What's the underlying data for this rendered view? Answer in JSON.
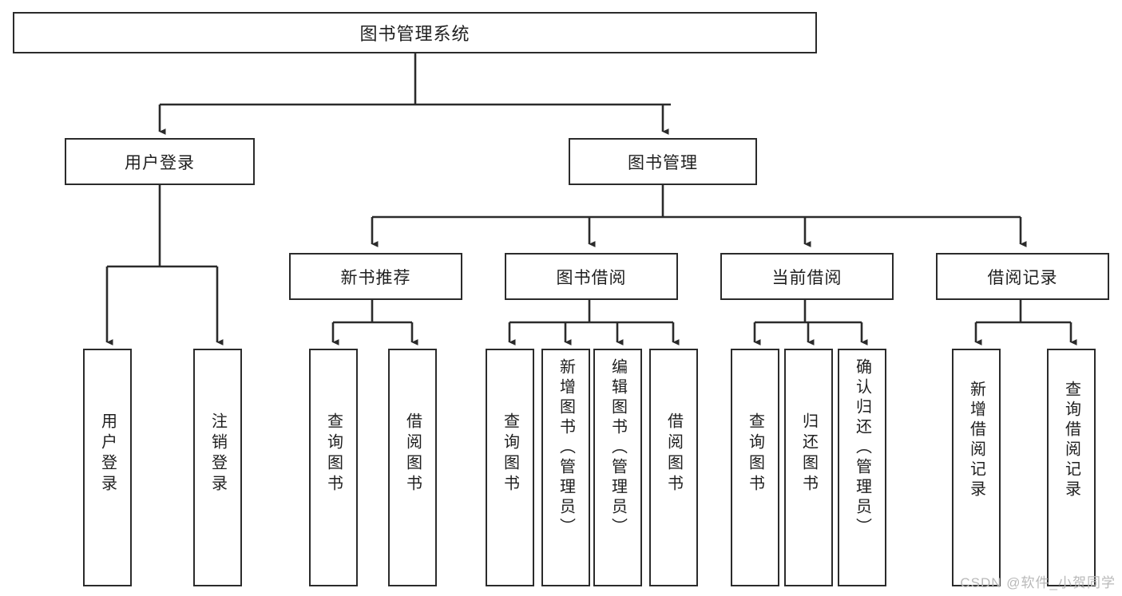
{
  "diagram": {
    "type": "tree-hierarchy",
    "title": "图书管理系统",
    "orientation": "top-down",
    "colors": {
      "box_border": "#2b2b2b",
      "box_fill": "#ffffff",
      "connector": "#2b2b2b",
      "background": "#ffffff",
      "watermark": "#b9b9b9"
    },
    "levels": {
      "root": "图书管理系统",
      "level2": [
        "用户登录",
        "图书管理"
      ],
      "level3": [
        "新书推荐",
        "图书借阅",
        "当前借阅",
        "借阅记录"
      ]
    },
    "nodes": {
      "root": {
        "label": "图书管理系统"
      },
      "user_login": {
        "label": "用户登录"
      },
      "book_manage": {
        "label": "图书管理"
      },
      "new_book_rec": {
        "label": "新书推荐"
      },
      "book_borrow": {
        "label": "图书借阅"
      },
      "current_borrow": {
        "label": "当前借阅"
      },
      "borrow_record": {
        "label": "借阅记录"
      }
    },
    "leaves": {
      "user_login": [
        {
          "label": "用户登录"
        },
        {
          "label": "注销登录"
        }
      ],
      "new_book_rec": [
        {
          "label": "查询图书"
        },
        {
          "label": "借阅图书"
        }
      ],
      "book_borrow": [
        {
          "label": "查询图书"
        },
        {
          "label": "新增图书（管理员）"
        },
        {
          "label": "编辑图书（管理员）"
        },
        {
          "label": "借阅图书"
        }
      ],
      "current_borrow": [
        {
          "label": "查询图书"
        },
        {
          "label": "归还图书"
        },
        {
          "label": "确认归还（管理员）"
        }
      ],
      "borrow_record": [
        {
          "label": "新增借阅记录"
        },
        {
          "label": "查询借阅记录"
        }
      ]
    },
    "watermark": "CSDN @软件_小贺同学"
  }
}
